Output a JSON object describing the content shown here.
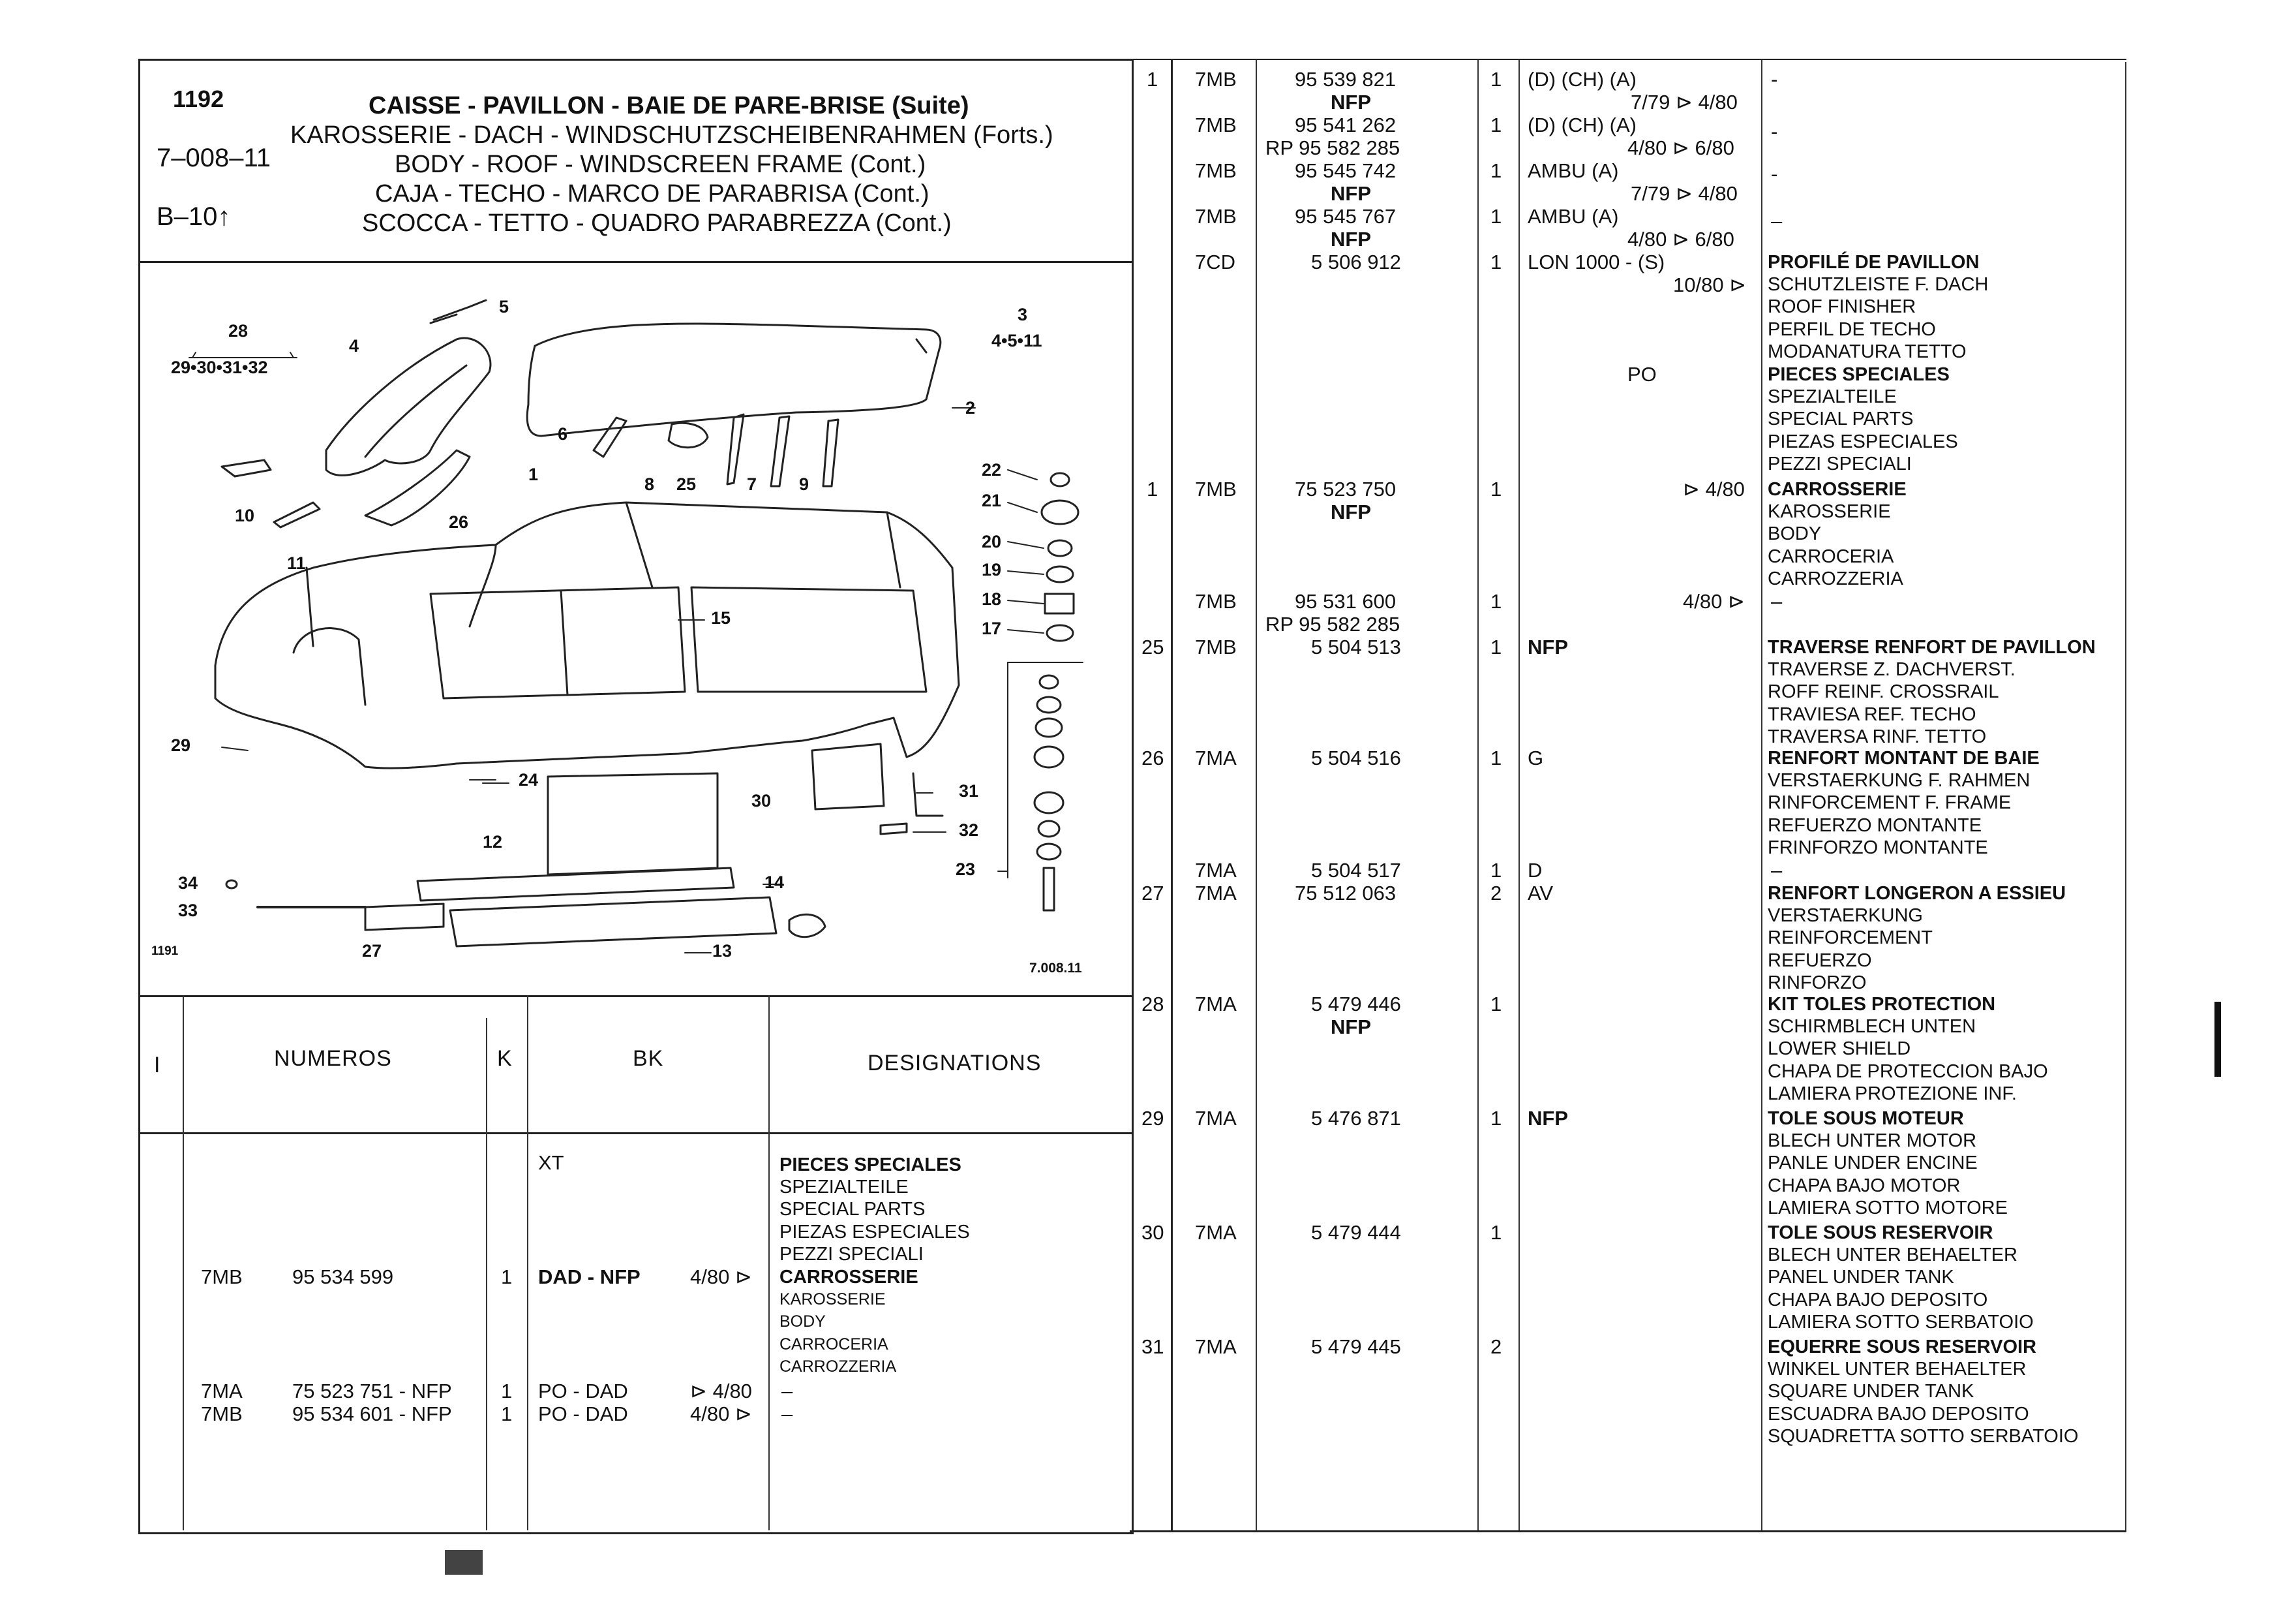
{
  "header": {
    "page_no": "1192",
    "ref_main": "7–008–11",
    "ref_sub": "B–10",
    "titles": [
      "CAISSE - PAVILLON - BAIE DE PARE-BRISE (Suite)",
      "KAROSSERIE - DACH - WINDSCHUTZSCHEIBENRAHMEN (Forts.)",
      "BODY - ROOF - WINDSCREEN FRAME (Cont.)",
      "CAJA - TECHO - MARCO DE PARABRISA (Cont.)",
      "SCOCCA - TETTO - QUADRO PARABREZZA (Cont.)"
    ]
  },
  "diagram": {
    "labels": {
      "l28": "28",
      "l29323": "29•30•31•32",
      "l4": "4",
      "l5": "5",
      "l3": "3",
      "l4511": "4•5•11",
      "l2": "2",
      "l6": "6",
      "l8": "8",
      "l25": "25",
      "l7": "7",
      "l9": "9",
      "l1": "1",
      "l26": "26",
      "l10": "10",
      "l11": "11",
      "l22": "22",
      "l21": "21",
      "l20": "20",
      "l19": "19",
      "l18": "18",
      "l17": "17",
      "l15": "15",
      "l29": "29",
      "l24": "24",
      "l30": "30",
      "l31": "31",
      "l32": "32",
      "l23": "23",
      "l12": "12",
      "l14": "14",
      "l13": "13",
      "l34": "34",
      "l33": "33",
      "l27": "27"
    },
    "corner_ref": "1191",
    "code_ref": "7.008.11"
  },
  "left_table": {
    "headers": {
      "i": "I",
      "numeros": "NUMEROS",
      "k": "K",
      "bk": "BK",
      "designations": "DESIGNATIONS"
    },
    "xt": "XT",
    "special_block": [
      "PIECES SPECIALES",
      "SPEZIALTEILE",
      "SPECIAL PARTS",
      "PIEZAS ESPECIALES",
      "PEZZI SPECIALI"
    ],
    "row1": {
      "code": "7MB",
      "num": "95 534 599",
      "k": "1",
      "bk": "DAD - NFP",
      "date": "4/80 ⊳",
      "desc": [
        "CARROSSERIE",
        "KAROSSERIE",
        "BODY",
        "CARROCERIA",
        "CARROZZERIA"
      ]
    },
    "row2": {
      "code": "7MA",
      "num": "75 523 751 - NFP",
      "k": "1",
      "bk": "PO - DAD",
      "date": "⊳ 4/80",
      "desc": "–"
    },
    "row3": {
      "code": "7MB",
      "num": "95 534 601 - NFP",
      "k": "1",
      "bk": "PO - DAD",
      "date": "4/80 ⊳",
      "desc": "–"
    }
  },
  "right_table": {
    "rows": [
      {
        "idx": "1",
        "code": "7MB",
        "num": "95 539 821",
        "k": "1",
        "bk": "(D) (CH) (A)"
      },
      {
        "num": "NFP",
        "date": "7/79 ⊳ 4/80"
      },
      {
        "code": "7MB",
        "num": "95 541 262",
        "k": "1",
        "bk": "(D) (CH) (A)"
      },
      {
        "num": "RP 95 582 285",
        "date": "4/80 ⊳ 6/80"
      },
      {
        "code": "7MB",
        "num": "95 545 742",
        "k": "1",
        "bk": "AMBU (A)"
      },
      {
        "num": "NFP",
        "date": "7/79 ⊳ 4/80"
      },
      {
        "code": "7MB",
        "num": "95 545 767",
        "k": "1",
        "bk": "AMBU (A)"
      },
      {
        "num": "NFP",
        "date": "4/80 ⊳ 6/80"
      },
      {
        "code": "7CD",
        "num": "5 506 912",
        "k": "1",
        "bk": "LON 1000 - (S)"
      },
      {
        "date": "10/80 ⊳"
      },
      {
        "bk": "PO"
      },
      {
        "idx": "1",
        "code": "7MB",
        "num": "75 523 750",
        "k": "1",
        "date": "⊳ 4/80"
      },
      {
        "num": "NFP"
      },
      {
        "code": "7MB",
        "num": "95 531 600",
        "k": "1",
        "date": "4/80 ⊳"
      },
      {
        "num": "RP 95 582 285"
      },
      {
        "idx": "25",
        "code": "7MB",
        "num": "5 504 513",
        "k": "1",
        "bk": "NFP"
      },
      {
        "idx": "26",
        "code": "7MA",
        "num": "5 504 516",
        "k": "1",
        "bk": "G"
      },
      {
        "code": "7MA",
        "num": "5 504 517",
        "k": "1",
        "bk": "D"
      },
      {
        "idx": "27",
        "code": "7MA",
        "num": "75 512 063",
        "k": "2",
        "bk": "AV"
      },
      {
        "idx": "28",
        "code": "7MA",
        "num": "5 479 446",
        "k": "1"
      },
      {
        "num": "NFP"
      },
      {
        "idx": "29",
        "code": "7MA",
        "num": "5 476 871",
        "k": "1",
        "bk": "NFP"
      },
      {
        "idx": "30",
        "code": "7MA",
        "num": "5 479 444",
        "k": "1"
      },
      {
        "idx": "31",
        "code": "7MA",
        "num": "5 479 445",
        "k": "2"
      }
    ],
    "dashes": [
      "-",
      "-",
      "-",
      "–"
    ],
    "descriptions": [
      [
        "PROFILÉ DE PAVILLON",
        "SCHUTZLEISTE F. DACH",
        "ROOF FINISHER",
        "PERFIL DE TECHO",
        "MODANATURA TETTO"
      ],
      [
        "PIECES SPECIALES",
        "SPEZIALTEILE",
        "SPECIAL PARTS",
        "PIEZAS ESPECIALES",
        "PEZZI SPECIALI"
      ],
      [
        "CARROSSERIE",
        "KAROSSERIE",
        "BODY",
        "CARROCERIA",
        "CARROZZERIA"
      ],
      [
        "TRAVERSE RENFORT DE PAVILLON",
        "TRAVERSE Z. DACHVERST.",
        "ROFF REINF. CROSSRAIL",
        "TRAVIESA REF. TECHO",
        "TRAVERSA RINF. TETTO"
      ],
      [
        "RENFORT MONTANT DE BAIE",
        "VERSTAERKUNG F. RAHMEN",
        "RINFORCEMENT F. FRAME",
        "REFUERZO MONTANTE",
        "FRINFORZO MONTANTE"
      ],
      [
        "RENFORT LONGERON A ESSIEU",
        "VERSTAERKUNG",
        "REINFORCEMENT",
        "REFUERZO",
        "RINFORZO"
      ],
      [
        "KIT TOLES PROTECTION",
        "SCHIRMBLECH UNTEN",
        "LOWER SHIELD",
        "CHAPA DE PROTECCION BAJO",
        "LAMIERA PROTEZIONE INF."
      ],
      [
        "TOLE SOUS MOTEUR",
        "BLECH UNTER MOTOR",
        "PANLE UNDER ENCINE",
        "CHAPA BAJO MOTOR",
        "LAMIERA SOTTO MOTORE"
      ],
      [
        "TOLE SOUS RESERVOIR",
        "BLECH UNTER BEHAELTER",
        "PANEL UNDER TANK",
        "CHAPA BAJO DEPOSITO",
        "LAMIERA SOTTO SERBATOIO"
      ],
      [
        "EQUERRE SOUS RESERVOIR",
        "WINKEL UNTER BEHAELTER",
        "SQUARE UNDER TANK",
        "ESCUADRA BAJO DEPOSITO",
        "SQUADRETTA SOTTO SERBATOIO"
      ]
    ],
    "desc_dash_after_body": "–",
    "desc_dash_after_frame": "–"
  }
}
